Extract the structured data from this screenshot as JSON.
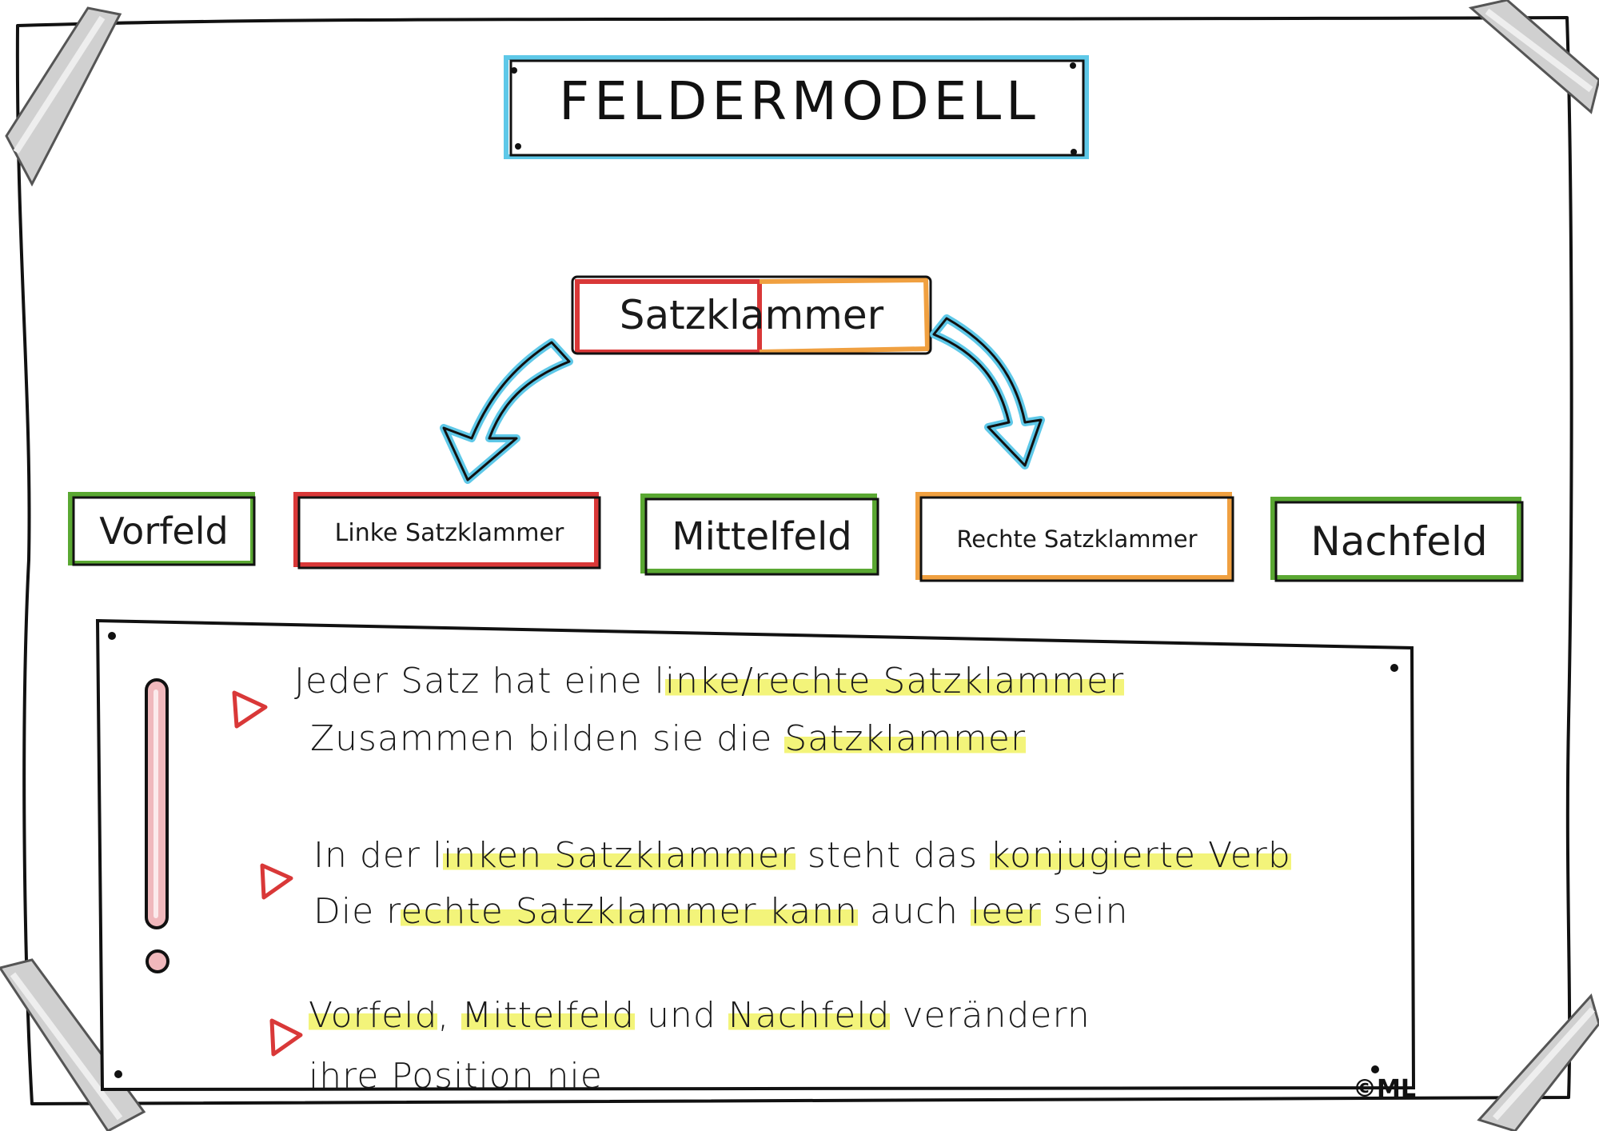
{
  "title": "FELDERMODELL",
  "top_node": {
    "label": "Satzklammer"
  },
  "fields": [
    {
      "id": "vorfeld",
      "label": "Vorfeld",
      "color": "#5aa832"
    },
    {
      "id": "linke",
      "label": "Linke Satzklammer",
      "color": "#d93838"
    },
    {
      "id": "mittelfeld",
      "label": "Mittelfeld",
      "color": "#5aa832"
    },
    {
      "id": "rechte",
      "label": "Rechte Satzklammer",
      "color": "#f0a040"
    },
    {
      "id": "nachfeld",
      "label": "Nachfeld",
      "color": "#5aa832"
    }
  ],
  "notes": {
    "icon": "exclamation-icon",
    "bullet_icon": "triangle-bullet-icon",
    "items": [
      {
        "line1": {
          "pre": "Jeder Satz hat eine l",
          "hl": "inke/rechte Satzklammer",
          "post": ""
        },
        "line2": {
          "pre": "Zusammen bilden sie die ",
          "hl": "Satzklammer",
          "post": ""
        }
      },
      {
        "line1": {
          "pre": "In der l",
          "hl": "inken Satzklammer",
          "mid": " steht das ",
          "hl2": "konjugierte Verb",
          "post": ""
        },
        "line2": {
          "pre": "Die r",
          "hl": "echte Satzklammer kann",
          "mid": " auch ",
          "hl2": "leer",
          "post": " sein"
        }
      },
      {
        "line1": {
          "pre": "",
          "hl": "Vorfeld",
          "mid": ", ",
          "hl2": "Mittelfeld",
          "mid2": " und ",
          "hl3": "Nachfeld",
          "post": " verändern"
        },
        "line2": {
          "pre": "ihre Position nie",
          "hl": "",
          "post": ""
        }
      }
    ]
  },
  "copyright": "©ML",
  "colors": {
    "green": "#5aa832",
    "red": "#d93838",
    "orange": "#f0a040",
    "blue": "#5ec8e8",
    "highlight": "#f3f47a",
    "pink": "#f0b8bc"
  }
}
